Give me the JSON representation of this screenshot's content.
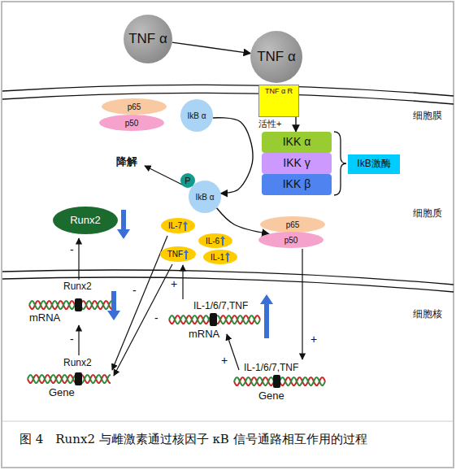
{
  "diagram": {
    "caption": "图 4　Runx2 与雌激素通过核因子 κB 信号通路相互作用的过程",
    "nodes": [
      {
        "text": [
          "TNF α"
        ]
      },
      {
        "text": [
          "TNF α"
        ]
      },
      {
        "text": [
          "TNF α R"
        ]
      },
      {
        "text": [
          "p65"
        ]
      },
      {
        "text": [
          "p50"
        ]
      },
      {
        "text": [
          "IkB α"
        ]
      },
      {
        "text": [
          "IKK α"
        ]
      },
      {
        "text": [
          "IKK γ"
        ]
      },
      {
        "text": [
          "IKK β"
        ]
      },
      {
        "text": [
          "IkB激酶"
        ]
      },
      {
        "text": [
          "P"
        ]
      },
      {
        "text": [
          "IkB α"
        ]
      },
      {
        "text": [
          "p65"
        ]
      },
      {
        "text": [
          "p50"
        ]
      },
      {
        "text": [
          "Runx2"
        ]
      },
      {
        "text": [
          "IL-7"
        ]
      },
      {
        "text": [
          "IL-6"
        ]
      },
      {
        "text": [
          "TNF"
        ]
      },
      {
        "text": [
          "IL-1"
        ]
      }
    ],
    "edges": [
      {
        "from": 0,
        "to": 1,
        "arrow": "to"
      },
      {
        "from": 2,
        "to": 6,
        "label": "活性+",
        "arrow": "to"
      },
      {
        "from": 5,
        "to": 11,
        "arrow": "to"
      },
      {
        "from": 11,
        "to": 13,
        "arrow": "to"
      }
    ],
    "labels": [
      "降解",
      "细胞膜",
      "细胞质",
      "细胞核",
      "-",
      "Runx2",
      "mRNA",
      "-",
      "Runx2",
      "Gene",
      "-",
      "-",
      "+",
      "IL-1/6/7,TNF",
      "mRNA",
      "+",
      "IL-1/6/7,TNF",
      "Gene",
      "+"
    ]
  }
}
